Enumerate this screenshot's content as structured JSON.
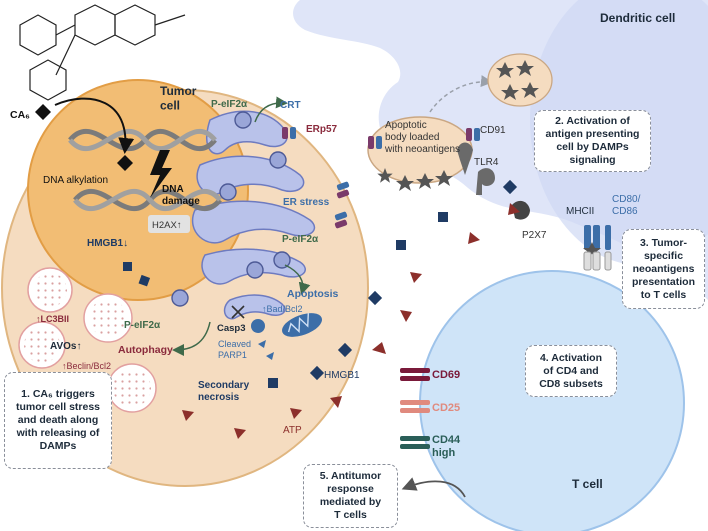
{
  "labels": {
    "dendritic_cell": "Dendritic cell",
    "tumor_cell": "Tumor\ncell",
    "t_cell": "T cell",
    "ca": "CA₆",
    "dna_alkylation": "DNA alkylation",
    "dna_damage": "DNA\ndamage",
    "hmgb1_down": "HMGB1↓",
    "h2ax": "H2AX↑",
    "p_eif2a": "P-eIF2α",
    "crt": "CRT",
    "erp57": "ERp57",
    "er_stress": "ER stress",
    "apoptosis": "Apoptosis",
    "bad_bcl2": "↑Bad/Bcl2",
    "casp3": "Casp3",
    "cleaved_parp1": "Cleaved\nPARP1",
    "lc3bii": "↑LC3BII",
    "avos": "AVOs↑",
    "autophagy": "Autophagy",
    "beclin": "↑Beclin/Bcl2",
    "secondary_necrosis": "Secondary\nnecrosis",
    "hmgb1": "HMGB1",
    "atp": "ATP",
    "apoptotic_body": "Apoptotic\nbody loaded\nwith neoantigens",
    "cd91": "CD91",
    "tlr4": "TLR4",
    "p2x7": "P2X7",
    "mhcii": "MHCII",
    "cd80_86": "CD80/\nCD86",
    "cd69": "CD69",
    "cd25": "CD25",
    "cd44": "CD44\nhigh"
  },
  "steps": [
    "1. CA₆ triggers\ntumor cell stress\nand death along\nwith releasing of\nDAMPs",
    "2. Activation of\nantigen presenting\ncell by DAMPs\nsignaling",
    "3. Tumor-\nspecific\nneoantigens\npresentation\nto T cells",
    "4. Activation\nof CD4 and\nCD8 subsets",
    "5. Antitumor\nresponse\nmediated by\nT cells"
  ],
  "colors": {
    "dendritic": "#dfe5f8",
    "tumor_outer": "#f5dcc0",
    "tumor_inner": "#f2bd74",
    "tcell": "#cfe4f8",
    "er": "#b9c2ea",
    "hmgb1": "#1f3b64",
    "atp": "#8c2f2b",
    "text_dark": "#1d2b3a",
    "green_label": "#3f6a4a",
    "blue_label": "#3c6ea8",
    "maroon_label": "#8a2a3c",
    "cd69": "#7a1a3a",
    "cd25": "#e08a7e",
    "cd44": "#2a5e58"
  }
}
